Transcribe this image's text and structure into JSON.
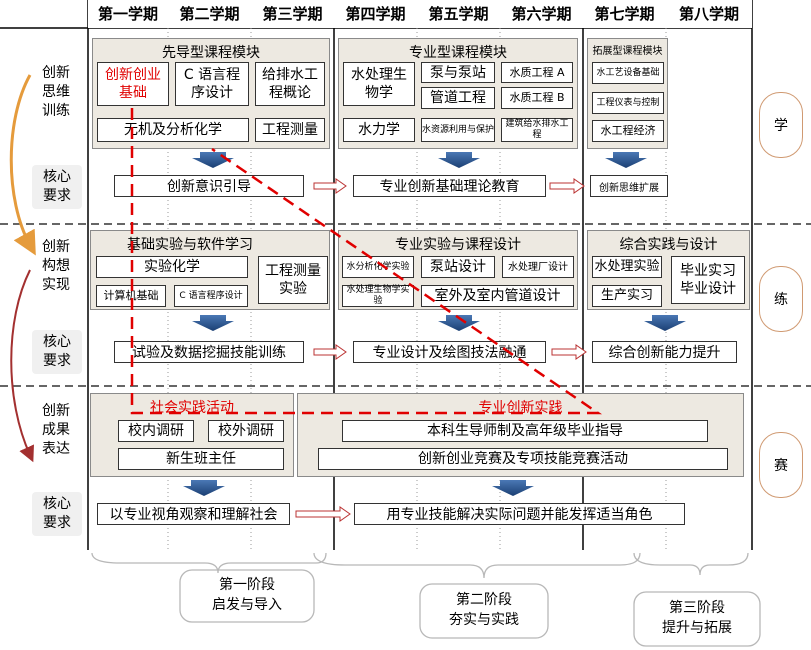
{
  "semesters": [
    "第一学期",
    "第二学期",
    "第三学期",
    "第四学期",
    "第五学期",
    "第六学期",
    "第七学期",
    "第八学期"
  ],
  "rows": [
    {
      "label": "创新\n思维\n训练",
      "core": "核心\n要求",
      "side": "学"
    },
    {
      "label": "创新\n构想\n实现",
      "core": "核心\n要求",
      "side": "练"
    },
    {
      "label": "创新\n成果\n表达",
      "core": "核心\n要求",
      "side": "赛"
    }
  ],
  "row1": {
    "leading": {
      "title": "先导型课程模块",
      "items": [
        "创新创业\n基础",
        "C 语言程\n序设计",
        "给排水工\n程概论",
        "无机及分析化学",
        "工程测量"
      ]
    },
    "professional": {
      "title": "专业型课程模块",
      "items": [
        "水处理生\n物学",
        "泵与泵站",
        "水质工程 A",
        "管道工程",
        "水质工程 B",
        "水力学",
        "水资源利用与保护",
        "建筑给水排水工程"
      ]
    },
    "expansion": {
      "title": "拓展型课程模块",
      "items": [
        "水工艺设备基础",
        "工程仪表与控制",
        "水工程经济"
      ]
    },
    "requirements": [
      "创新意识引导",
      "专业创新基础理论教育",
      "创新思维扩展"
    ]
  },
  "row2": {
    "basic": {
      "title": "基础实验与软件学习",
      "items": [
        "实验化学",
        "工程测量\n实验",
        "计算机基础",
        "C 语言程序设计"
      ]
    },
    "pro": {
      "title": "专业实验与课程设计",
      "items": [
        "水分析化学实验",
        "泵站设计",
        "水处理厂设计",
        "水处理生物学实验",
        "室外及室内管道设计"
      ]
    },
    "comp": {
      "title": "综合实践与设计",
      "items": [
        "水处理实验",
        "毕业实习\n毕业设计",
        "生产实习"
      ]
    },
    "requirements": [
      "试验及数据挖掘技能训练",
      "专业设计及绘图技法融通",
      "综合创新能力提升"
    ]
  },
  "row3": {
    "social": {
      "title": "社会实践活动",
      "items": [
        "校内调研",
        "校外调研",
        "新生班主任"
      ]
    },
    "innov": {
      "title": "专业创新实践",
      "items": [
        "本科生导师制及高年级毕业指导",
        "创新创业竞赛及专项技能竞赛活动"
      ]
    },
    "requirements": [
      "以专业视角观察和理解社会",
      "用专业技能解决实际问题并能发挥适当角色"
    ]
  },
  "phases": [
    {
      "name": "第一阶段",
      "desc": "启发与导入"
    },
    {
      "name": "第二阶段",
      "desc": "夯实与实践"
    },
    {
      "name": "第三阶段",
      "desc": "提升与拓展"
    }
  ],
  "colors": {
    "accent_red": "#e00000",
    "arrow_blue": "#1f4f8f",
    "stage_fill": "#ede9e1",
    "curve_orange": "#e59b3c",
    "curve_red": "#a33030"
  }
}
